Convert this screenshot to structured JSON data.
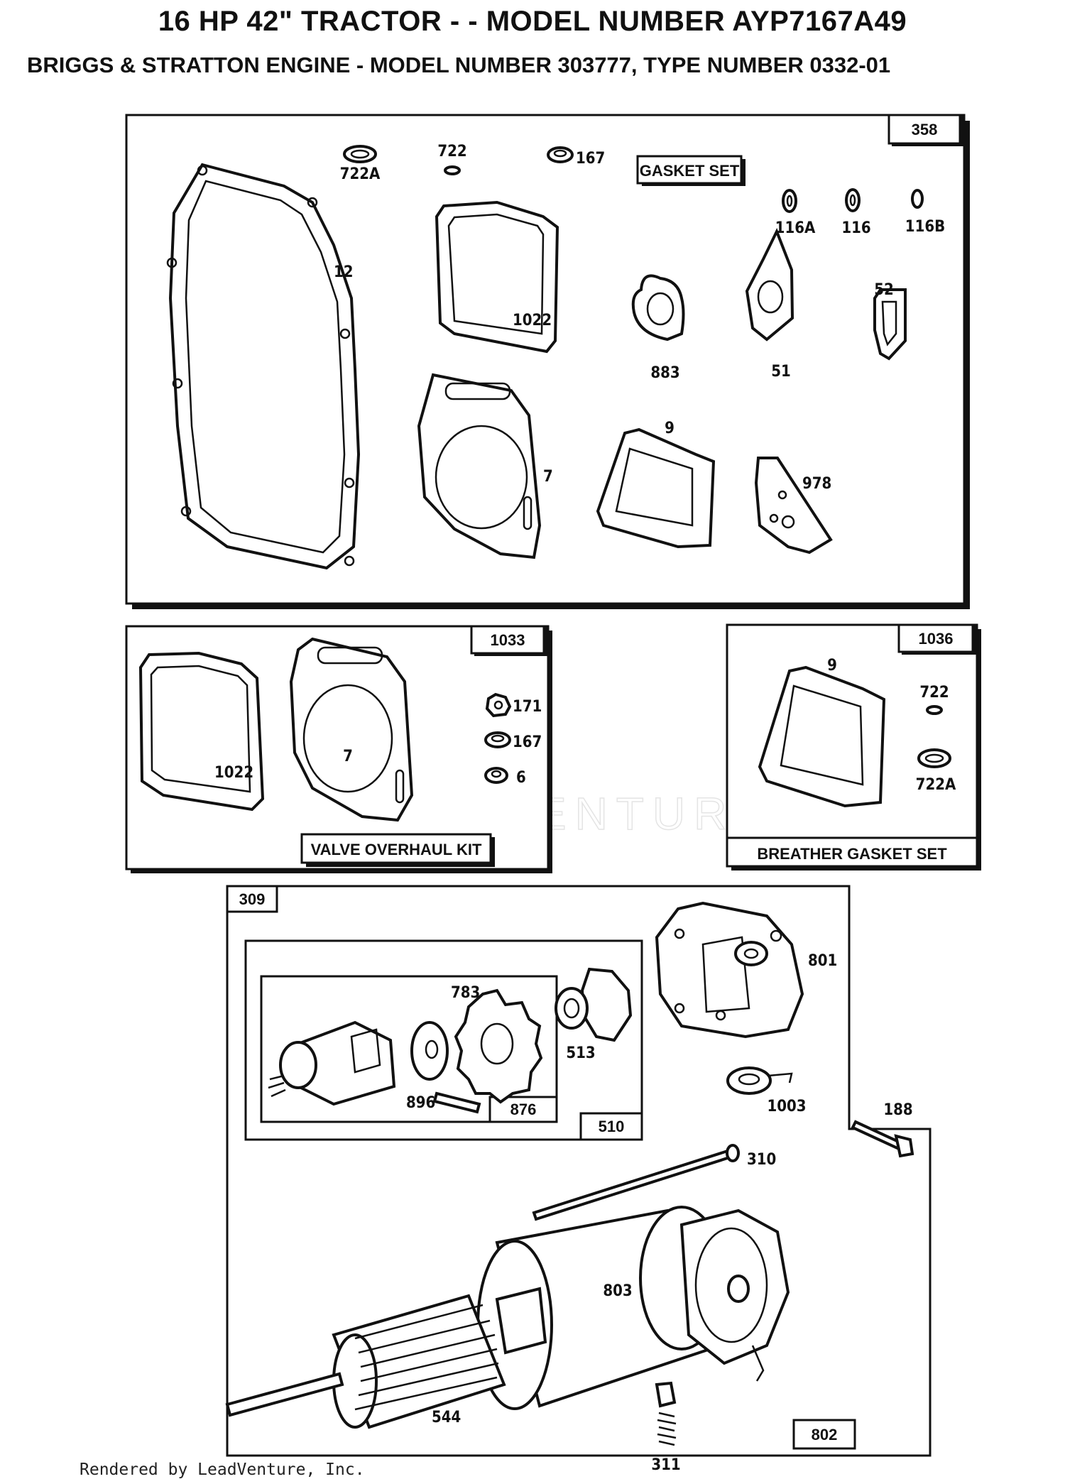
{
  "header": {
    "title": "16 HP 42\" TRACTOR - - MODEL NUMBER AYP7167A49",
    "subtitle": "BRIGGS & STRATTON ENGINE - MODEL NUMBER 303777, TYPE NUMBER 0332-01"
  },
  "gasket_panel": {
    "ref": "358",
    "kit_label": "GASKET SET",
    "parts": {
      "p722A": "722A",
      "p722": "722",
      "p167": "167",
      "p116A": "116A",
      "p116": "116",
      "p116B": "116B",
      "p12": "12",
      "p1022": "1022",
      "p883": "883",
      "p51": "51",
      "p52": "52",
      "p7": "7",
      "p9": "9",
      "p978": "978"
    }
  },
  "valve_panel": {
    "ref": "1033",
    "kit_label": "VALVE OVERHAUL KIT",
    "parts": {
      "p1022": "1022",
      "p7": "7",
      "p171": "171",
      "p167": "167",
      "p6": "6"
    }
  },
  "breather_panel": {
    "ref": "1036",
    "kit_label": "BREATHER GASKET SET",
    "parts": {
      "p9": "9",
      "p722": "722",
      "p722A": "722A"
    }
  },
  "starter_panel": {
    "ref": "309",
    "sub_ref_510": "510",
    "sub_ref_876": "876",
    "sub_ref_802": "802",
    "parts": {
      "p783": "783",
      "p896": "896",
      "p513": "513",
      "p801": "801",
      "p1003": "1003",
      "p188": "188",
      "p310": "310",
      "p803": "803",
      "p544": "544",
      "p311": "311"
    }
  },
  "watermark": "LEADVENTURE",
  "footer": "Rendered by LeadVenture, Inc."
}
